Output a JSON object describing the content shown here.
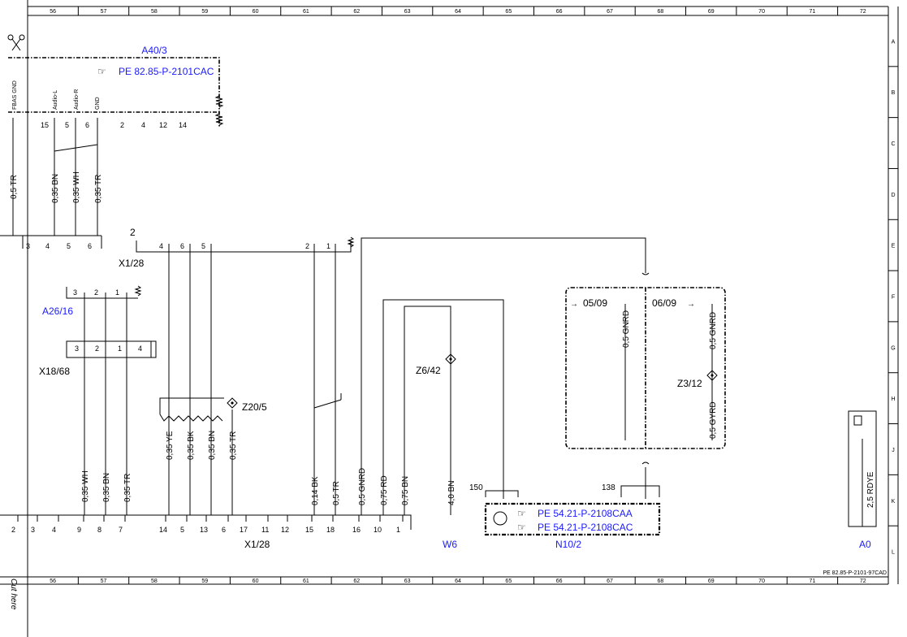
{
  "grid": {
    "columns": [
      "56",
      "57",
      "58",
      "59",
      "60",
      "61",
      "62",
      "63",
      "64",
      "65",
      "66",
      "67",
      "68",
      "69",
      "70",
      "71",
      "72"
    ],
    "rows": [
      "A",
      "B",
      "C",
      "D",
      "E",
      "F",
      "G",
      "H",
      "J",
      "K",
      "L"
    ]
  },
  "cut_label": "Cut here",
  "doc_id": "PE 82.85-P-2101-97CAD",
  "components": {
    "a40_3": {
      "name": "A40/3",
      "ref": "PE 82.85-P-2101CAC",
      "pins": [
        "FBAS GND",
        "Audio-L",
        "Audio-R",
        "GND"
      ],
      "pin_nums": [
        "15",
        "5",
        "6",
        "2",
        "4",
        "12",
        "14"
      ]
    },
    "x1_28_top": {
      "name": "X1/28",
      "num": "2",
      "pins": [
        "4",
        "6",
        "5",
        "2",
        "1"
      ]
    },
    "a26_16": {
      "name": "A26/16",
      "pins": [
        "3",
        "2",
        "1"
      ]
    },
    "x18_68": {
      "name": "X18/68",
      "pins": [
        "3",
        "2",
        "1",
        "4"
      ]
    },
    "z20_5": {
      "name": "Z20/5"
    },
    "z6_42": {
      "name": "Z6/42"
    },
    "z3_12": {
      "name": "Z3/12"
    },
    "w6": {
      "name": "W6"
    },
    "n10_2": {
      "name": "N10/2",
      "refs": [
        "PE 54.21-P-2108CAA",
        "PE 54.21-P-2108CAC"
      ],
      "pin_left": "150",
      "pin_right": "138"
    },
    "a0": {
      "name": "A0",
      "wire": "2,5 RDYE"
    },
    "x1_28_bottom": {
      "name": "X1/28",
      "pins": [
        "2",
        "3",
        "4",
        "9",
        "8",
        "7",
        "14",
        "5",
        "13",
        "6",
        "17",
        "11",
        "12",
        "15",
        "18",
        "16",
        "10",
        "1"
      ]
    },
    "top_left_pins": [
      "3",
      "4",
      "5",
      "6"
    ],
    "refs_05": "05/09",
    "refs_06": "06/09"
  },
  "wires": {
    "a40": [
      "0,5 TR",
      "0,35 BN",
      "0,35 WH",
      "0,35 TR"
    ],
    "a26": [
      "0,35 WH",
      "0,35 BN",
      "0,35 TR"
    ],
    "z20": [
      "0,35 YE",
      "0,35 BK",
      "0,35 BN",
      "0,35 TR"
    ],
    "mid": [
      "0,14 BK",
      "0,5 TR",
      "0,5 GNRD",
      "0,75 RD",
      "0,75 BN"
    ],
    "w6": "4,0 BN",
    "z3_left": "0,5 GNRD",
    "z3_right_top": "0,5 GNRD",
    "z3_right_bottom": "0,5 GYRD"
  }
}
